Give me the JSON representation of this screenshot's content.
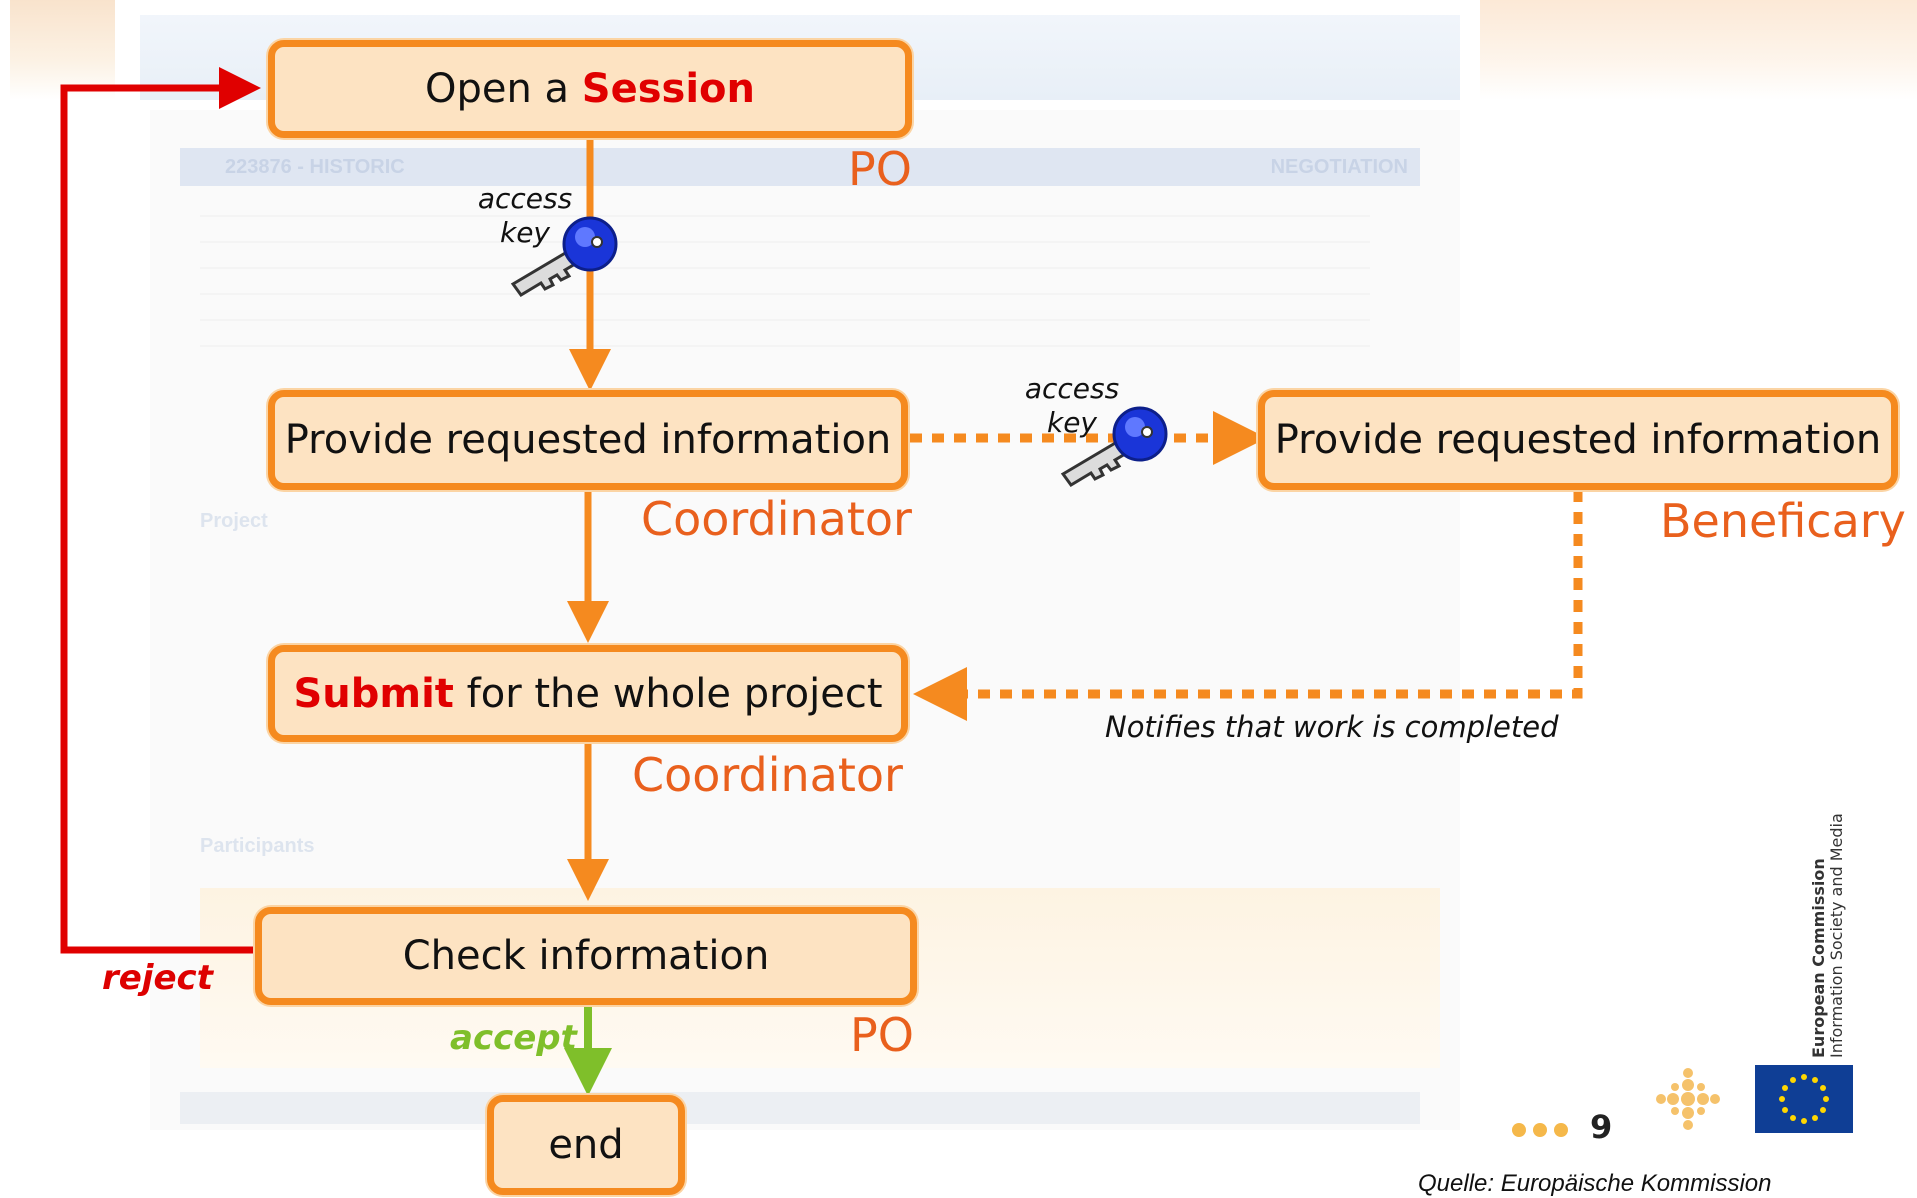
{
  "boxes": {
    "open_session": {
      "prefix": "Open a ",
      "highlight": "Session"
    },
    "provide_coord": {
      "label": "Provide requested information"
    },
    "provide_benef": {
      "label": "Provide requested information"
    },
    "submit": {
      "highlight": "Submit",
      "suffix": " for the whole project"
    },
    "check": {
      "label": "Check information"
    },
    "end": {
      "label": "end"
    }
  },
  "roles": {
    "po_top": "PO",
    "coordinator_1": "Coordinator",
    "beneficiary": "Beneficary",
    "coordinator_2": "Coordinator",
    "po_bottom": "PO"
  },
  "access_key_1": {
    "line1": "access",
    "line2": "key"
  },
  "access_key_2": {
    "line1": "access",
    "line2": "key"
  },
  "notifies_text": "Notifies that work is completed",
  "reject_label": "reject",
  "accept_label": "accept",
  "slide_number": "9",
  "ec_logo": {
    "line1": "European Commission",
    "line2": "Information Society and Media"
  },
  "source": "Quelle: Europäische Kommission",
  "background": {
    "project_title": "223876 - HISTORIC",
    "status": "NEGOTIATION",
    "section_project": "Project",
    "section_participants": "Participants"
  },
  "colors": {
    "orange": "#f58a1f",
    "box_fill": "#fde3c2",
    "red": "#e00000",
    "green": "#7fbf2a",
    "role_text": "#e9601d"
  },
  "icons": [
    "key-icon",
    "eu-flag-icon",
    "ornament-icon"
  ]
}
